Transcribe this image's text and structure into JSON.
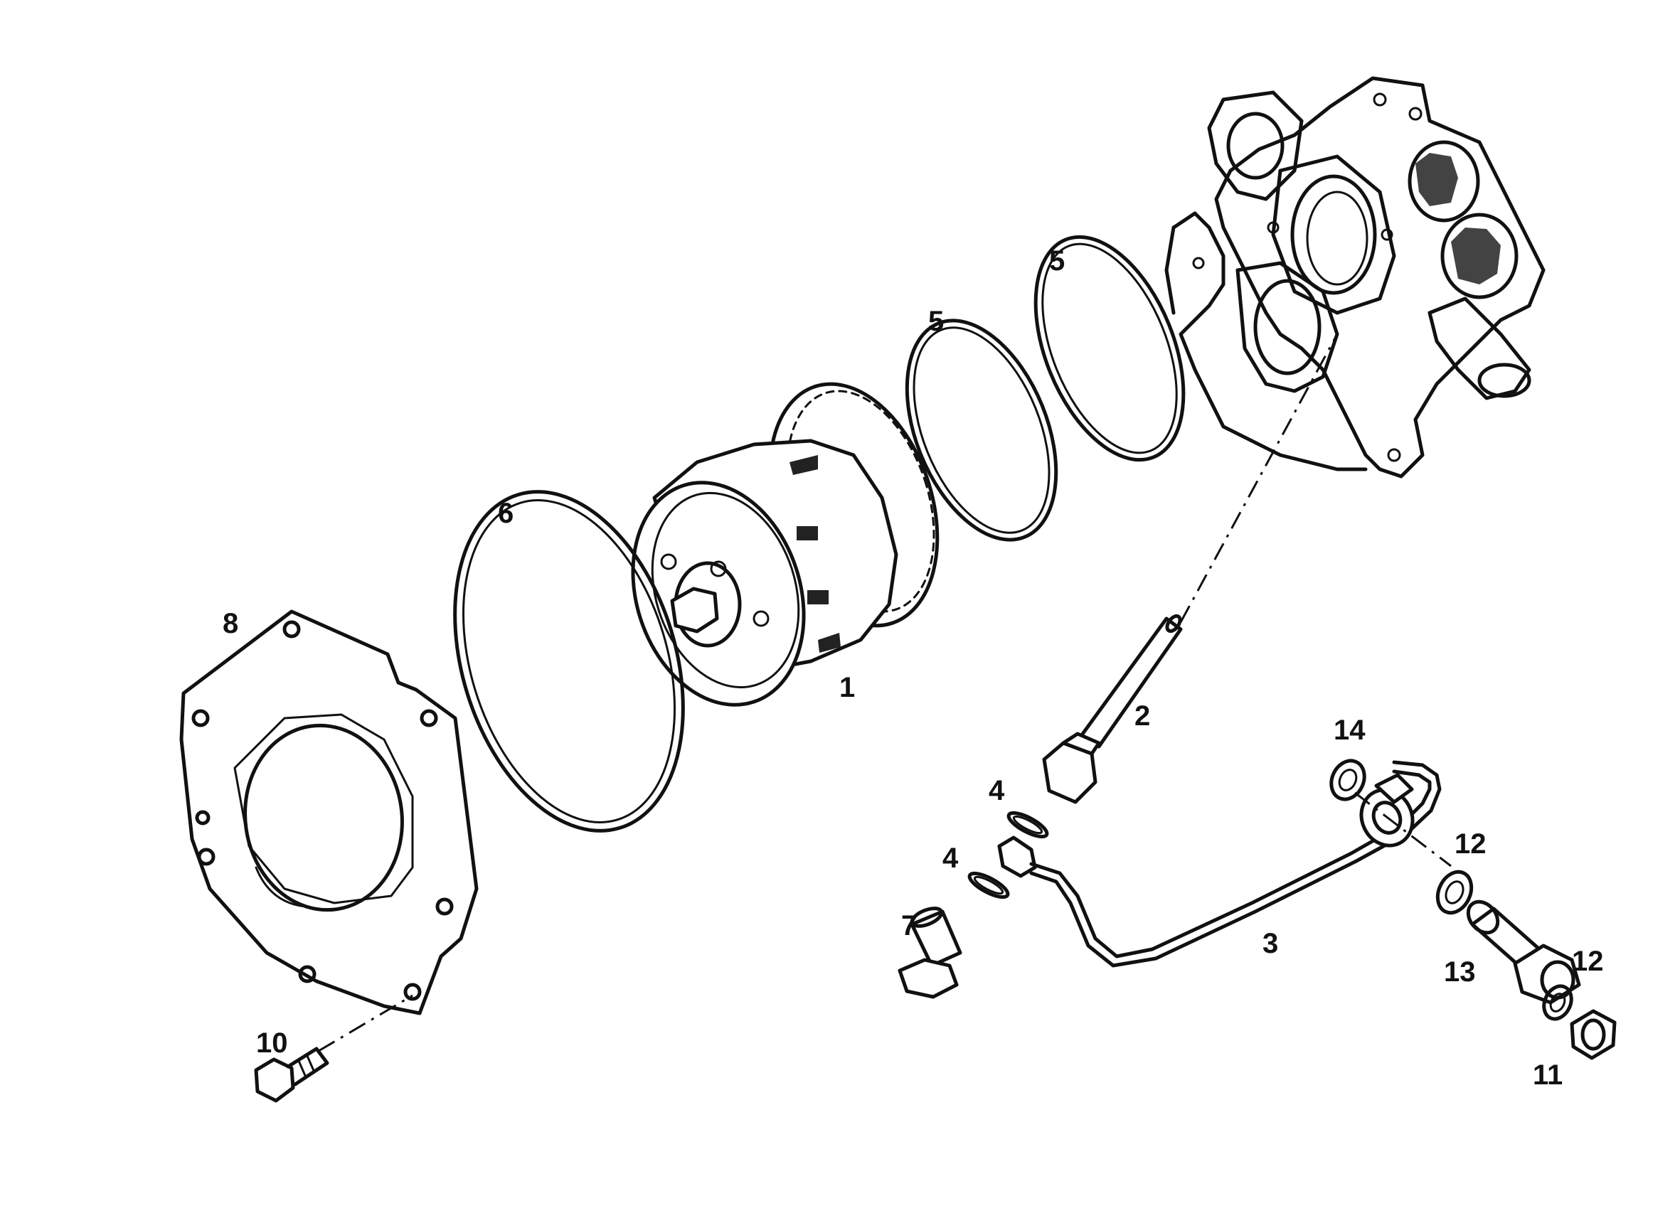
{
  "diagram": {
    "callouts": {
      "c1": "1",
      "c2": "2",
      "c3": "3",
      "c4a": "4",
      "c4b": "4",
      "c5a": "5",
      "c5b": "5",
      "c6": "6",
      "c7": "7",
      "c8": "8",
      "c10": "10",
      "c11": "11",
      "c12a": "12",
      "c12b": "12",
      "c13": "13",
      "c14": "14"
    },
    "colors": {
      "line": "#111111",
      "background": "#ffffff"
    }
  }
}
